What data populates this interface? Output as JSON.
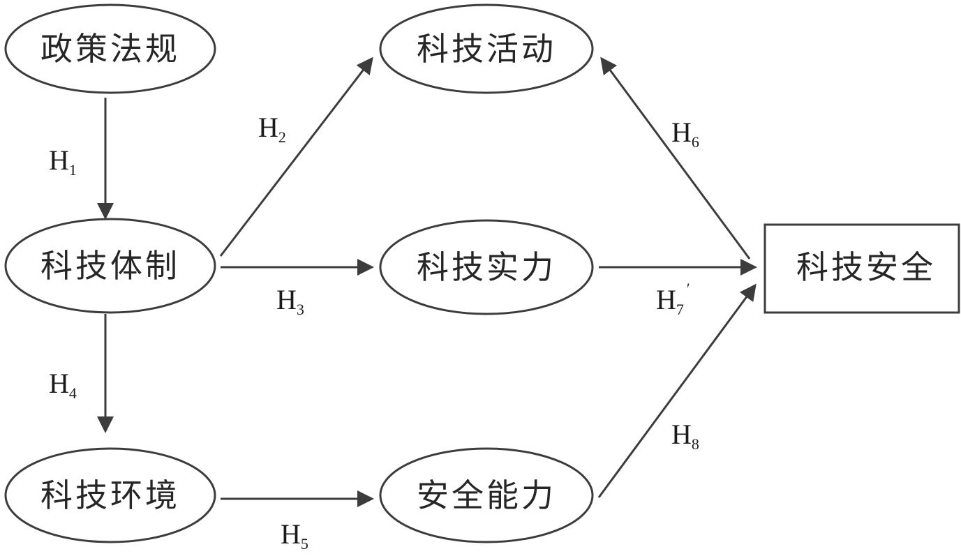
{
  "nodes": {
    "policy": "政策法规",
    "system": "科技体制",
    "environment": "科技环境",
    "activity": "科技活动",
    "strength": "科技实力",
    "capability": "安全能力",
    "security": "科技安全"
  },
  "edges": {
    "h1": {
      "main": "H",
      "sub": "1",
      "sup": ""
    },
    "h2": {
      "main": "H",
      "sub": "2",
      "sup": ""
    },
    "h3": {
      "main": "H",
      "sub": "3",
      "sup": ""
    },
    "h4": {
      "main": "H",
      "sub": "4",
      "sup": ""
    },
    "h5": {
      "main": "H",
      "sub": "5",
      "sup": ""
    },
    "h6": {
      "main": "H",
      "sub": "6",
      "sup": ""
    },
    "h7": {
      "main": "H",
      "sub": "7",
      "sup": "′"
    },
    "h8": {
      "main": "H",
      "sub": "8",
      "sup": ""
    }
  },
  "colors": {
    "stroke": "#3c3c3c",
    "text": "#262626",
    "background": "#ffffff"
  }
}
